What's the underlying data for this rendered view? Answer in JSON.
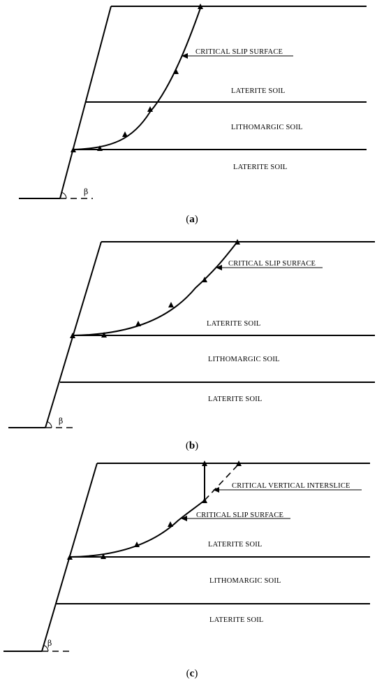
{
  "panels": [
    {
      "id": "a",
      "caption": {
        "open": "(",
        "letter": "a",
        "close": ")"
      },
      "angle_symbol": "β",
      "labels": {
        "slip": "CRITICAL SLIP SURFACE",
        "layer_top": "LATERITE SOIL",
        "layer_mid": "LITHOMARGIC SOIL",
        "layer_bot": "LATERITE SOIL"
      }
    },
    {
      "id": "b",
      "caption": {
        "open": "(",
        "letter": "b",
        "close": ")"
      },
      "angle_symbol": "β",
      "labels": {
        "slip": "CRITICAL SLIP SURFACE",
        "layer_top": "LATERITE SOIL",
        "layer_mid": "LITHOMARGIC SOIL",
        "layer_bot": "LATERITE SOIL"
      }
    },
    {
      "id": "c",
      "caption": {
        "open": "(",
        "letter": "c",
        "close": ")"
      },
      "angle_symbol": "β",
      "labels": {
        "interslice": "CRITICAL VERTICAL INTERSLICE",
        "slip": "CRITICAL SLIP SURFACE",
        "layer_top": "LATERITE SOIL",
        "layer_mid": "LITHOMARGIC SOIL",
        "layer_bot": "LATERITE SOIL"
      }
    }
  ]
}
